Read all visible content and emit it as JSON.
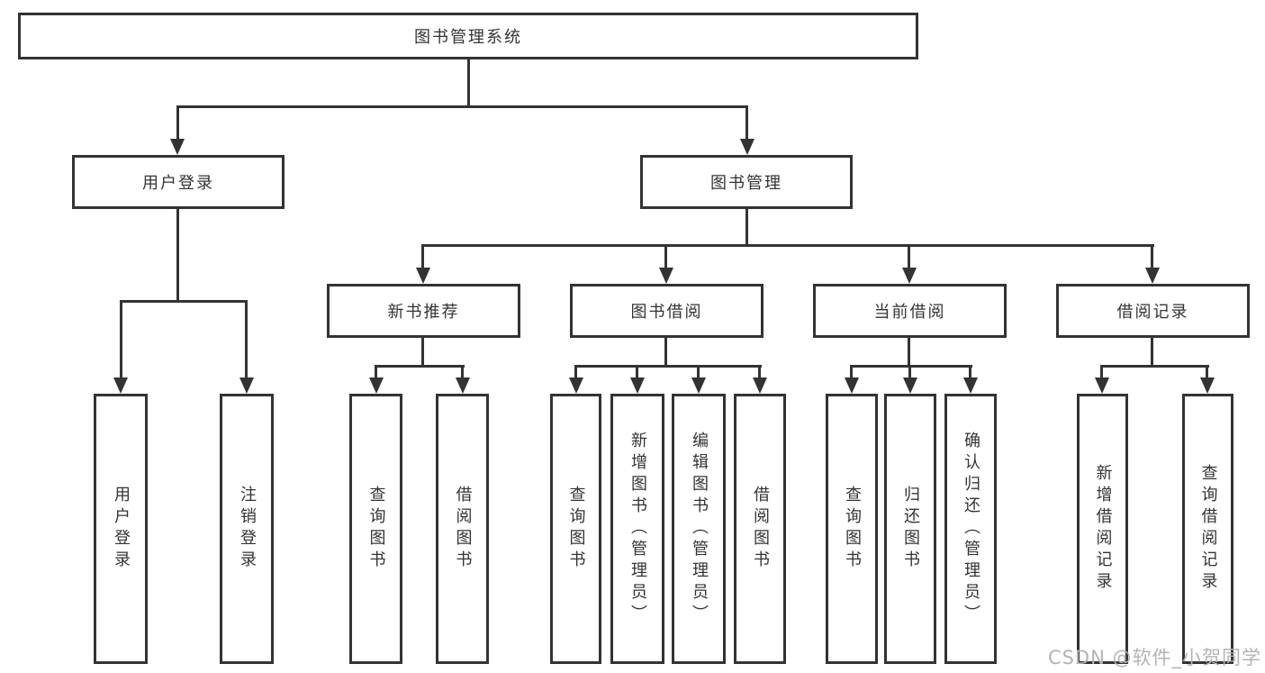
{
  "diagram": {
    "title": "图书管理系统",
    "root": {
      "label": "图书管理系统"
    },
    "branches": [
      {
        "label": "用户登录",
        "children": [
          {
            "label": "用户登录"
          },
          {
            "label": "注销登录"
          }
        ]
      },
      {
        "label": "图书管理",
        "children": [
          {
            "label": "新书推荐",
            "children": [
              {
                "label": "查询图书"
              },
              {
                "label": "借阅图书"
              }
            ]
          },
          {
            "label": "图书借阅",
            "children": [
              {
                "label": "查询图书"
              },
              {
                "label": "新增图书（管理员）"
              },
              {
                "label": "编辑图书（管理员）"
              },
              {
                "label": "借阅图书"
              }
            ]
          },
          {
            "label": "当前借阅",
            "children": [
              {
                "label": "查询图书"
              },
              {
                "label": "归还图书"
              },
              {
                "label": "确认归还（管理员）"
              }
            ]
          },
          {
            "label": "借阅记录",
            "children": [
              {
                "label": "新增借阅记录"
              },
              {
                "label": "查询借阅记录"
              }
            ]
          }
        ]
      }
    ]
  },
  "watermark": {
    "text": "CSDN @软件_小贺同学"
  },
  "colors": {
    "line": "#333333",
    "text": "#333333",
    "background": "#ffffff",
    "watermark": "#b3b3b3"
  }
}
